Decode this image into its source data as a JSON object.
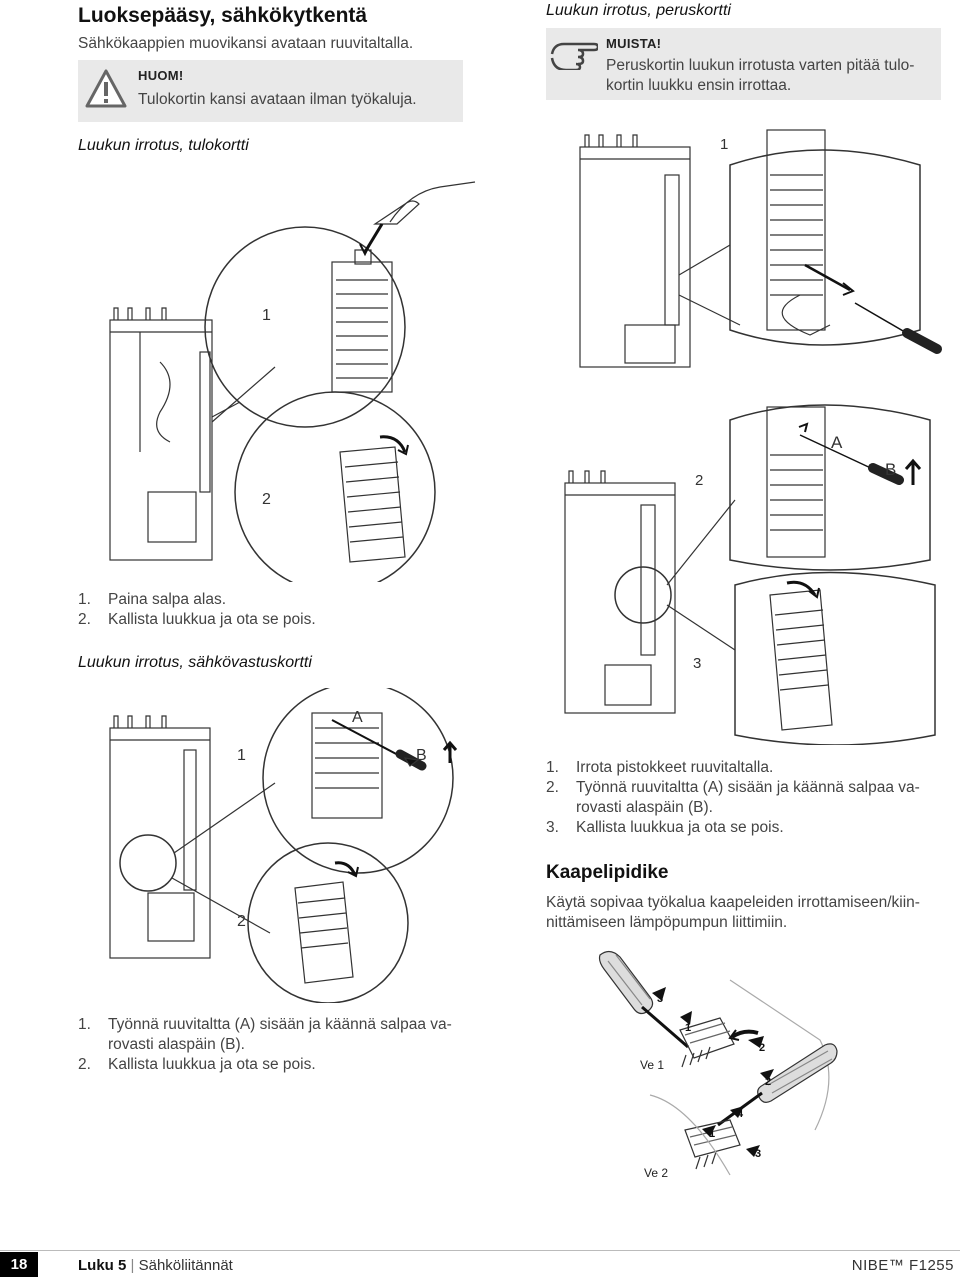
{
  "left": {
    "title": "Luoksepääsy, sähkökytkentä",
    "intro": "Sähkökaappien muovikansi avataan ruuvitaltalla.",
    "warning": {
      "title": "HUOM!",
      "text": "Tulokortin kansi avataan ilman työkaluja."
    },
    "sub1": "Luukun irrotus, tulokortti",
    "fig1_labels": [
      "1",
      "2"
    ],
    "steps1": [
      {
        "n": "1.",
        "t": "Paina salpa alas."
      },
      {
        "n": "2.",
        "t": "Kallista luukkua ja ota se pois."
      }
    ],
    "sub2": "Luukun irrotus, sähkövastuskortti",
    "fig2_labels": [
      "1",
      "2",
      "A",
      "B"
    ],
    "steps2": [
      {
        "n": "1.",
        "t": "Työnnä ruuvitaltta (A) sisään ja käännä salpaa va-",
        "t2": "rovasti alaspäin (B)."
      },
      {
        "n": "2.",
        "t": "Kallista luukkua ja ota se pois."
      }
    ]
  },
  "right": {
    "sub": "Luukun irrotus, peruskortti",
    "reminder": {
      "title": "MUISTA!",
      "line1": "Peruskortin luukun irrotusta varten pitää tulo-",
      "line2": "kortin luukku ensin irrottaa."
    },
    "fig_labels": [
      "1",
      "2",
      "A",
      "B",
      "3"
    ],
    "steps": [
      {
        "n": "1.",
        "t": "Irrota pistokkeet ruuvitaltalla."
      },
      {
        "n": "2.",
        "t": "Työnnä ruuvitaltta (A) sisään ja käännä salpaa va-",
        "t2": "rovasti alaspäin (B)."
      },
      {
        "n": "3.",
        "t": "Kallista luukkua ja ota se pois."
      }
    ],
    "cable_title": "Kaapelipidike",
    "cable_line1": "Käytä sopivaa työkalua kaapeleiden irrottamiseen/kiin-",
    "cable_line2": "nittämiseen lämpöpumpun liittimiin.",
    "cable_fig": {
      "ve1": "Ve 1",
      "ve2": "Ve 2",
      "nums": [
        "3",
        "1",
        "2",
        "2",
        "4",
        "1",
        "3"
      ]
    }
  },
  "footer": {
    "page": "18",
    "chapter": "Luku 5",
    "section": "Sähköliitännät",
    "product": "NIBE™ F1255"
  }
}
